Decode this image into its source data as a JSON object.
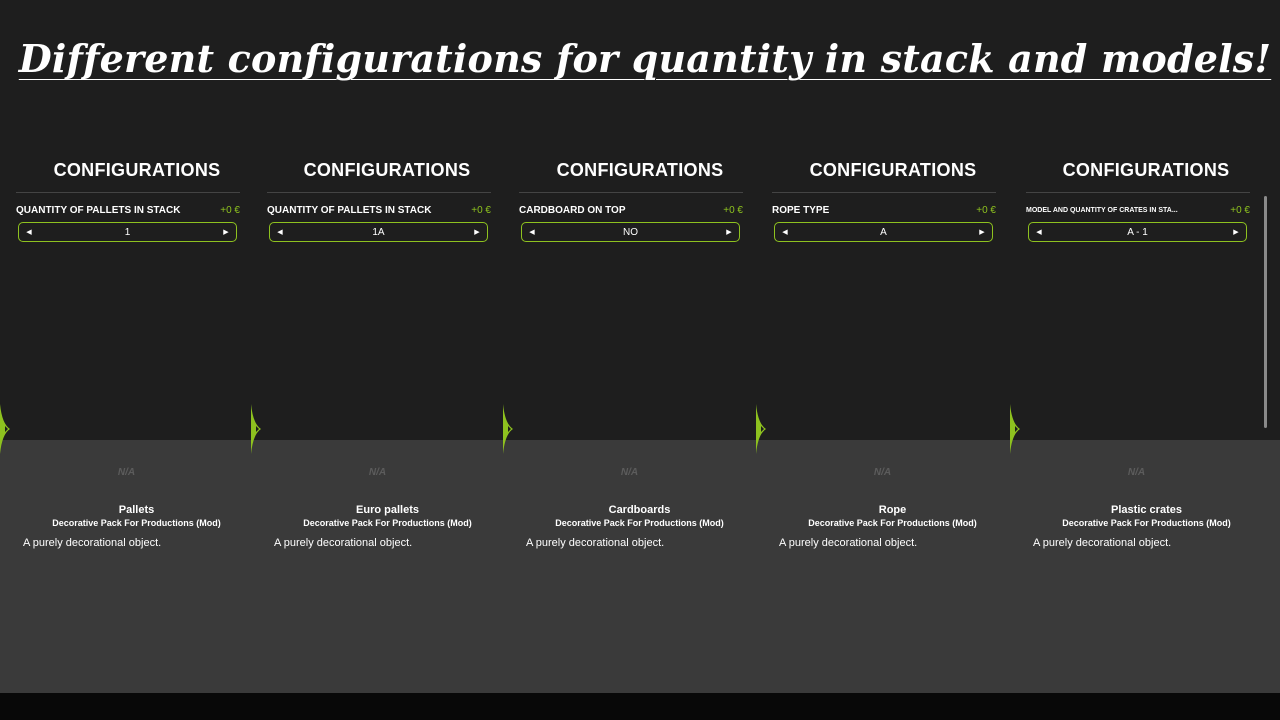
{
  "headline": "Different configurations for quantity in stack and models!",
  "accent_color": "#8ec21f",
  "columns": [
    {
      "section_title": "CONFIGURATIONS",
      "option_label": "QUANTITY OF PALLETS IN STACK",
      "option_price": "+0 €",
      "option_value": "1",
      "na_text": "N/A",
      "item_name": "Pallets",
      "item_pack": "Decorative Pack For Productions (Mod)",
      "item_description": "A purely decorational object."
    },
    {
      "section_title": "CONFIGURATIONS",
      "option_label": "QUANTITY OF PALLETS IN STACK",
      "option_price": "+0 €",
      "option_value": "1A",
      "na_text": "N/A",
      "item_name": "Euro pallets",
      "item_pack": "Decorative Pack For Productions (Mod)",
      "item_description": "A purely decorational object."
    },
    {
      "section_title": "CONFIGURATIONS",
      "option_label": "CARDBOARD ON TOP",
      "option_price": "+0 €",
      "option_value": "NO",
      "na_text": "N/A",
      "item_name": "Cardboards",
      "item_pack": "Decorative Pack For Productions (Mod)",
      "item_description": "A purely decorational object."
    },
    {
      "section_title": "CONFIGURATIONS",
      "option_label": "ROPE TYPE",
      "option_price": "+0 €",
      "option_value": "A",
      "na_text": "N/A",
      "item_name": "Rope",
      "item_pack": "Decorative Pack For Productions (Mod)",
      "item_description": "A purely decorational object."
    },
    {
      "section_title": "CONFIGURATIONS",
      "option_label": "MODEL AND QUANTITY OF CRATES IN STA...",
      "option_price": "+0 €",
      "option_value": "A - 1",
      "na_text": "N/A",
      "item_name": "Plastic crates",
      "item_pack": "Decorative Pack For Productions (Mod)",
      "item_description": "A purely decorational object."
    }
  ]
}
